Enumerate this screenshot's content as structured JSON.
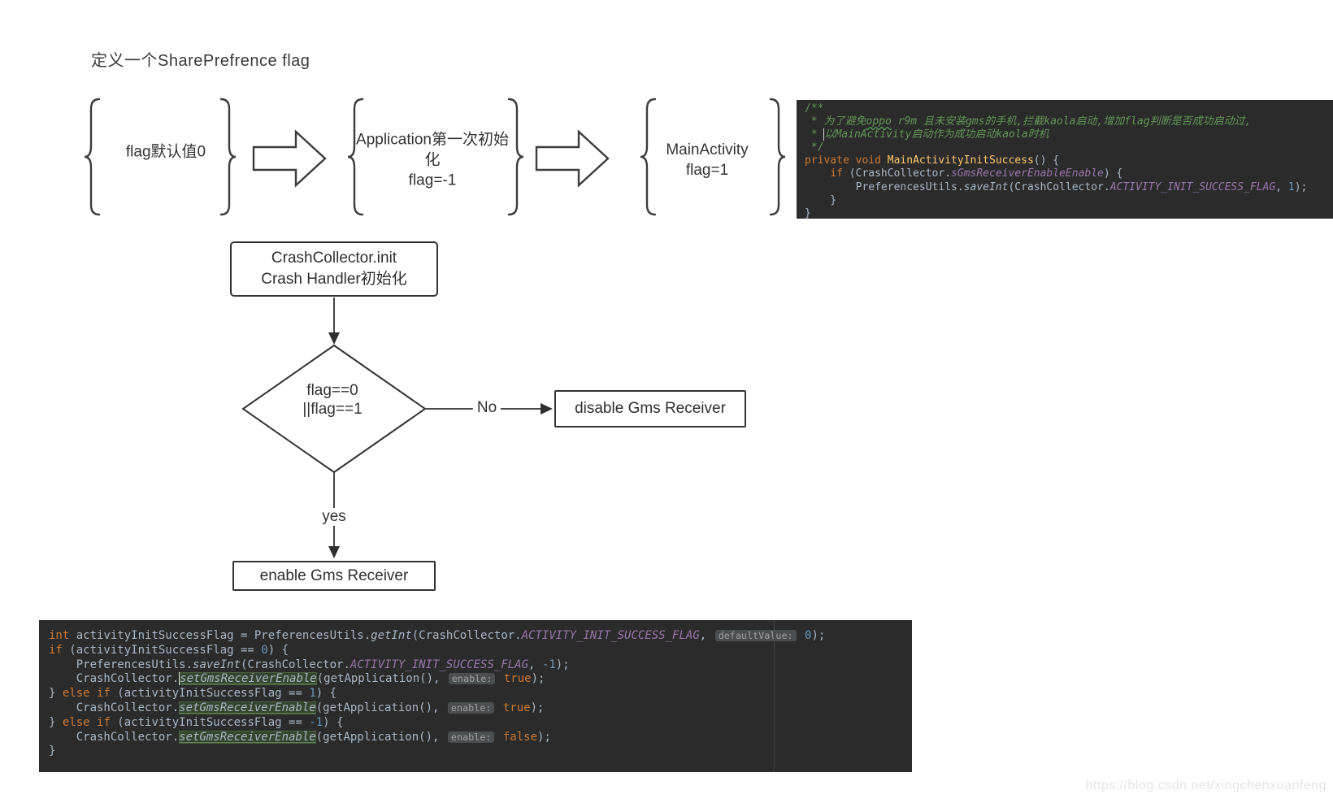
{
  "page": {
    "title": "定义一个SharePrefrence flag",
    "watermark": "https://blog.csdn.net/xingchenxuanfeng"
  },
  "flow_top": {
    "step1": {
      "text": "flag默认值0"
    },
    "step2": {
      "lines": [
        "Application第一次初始",
        "化",
        "flag=-1"
      ]
    },
    "step3": {
      "lines": [
        "MainActivity",
        "flag=1"
      ]
    }
  },
  "flow_main": {
    "start_box": {
      "lines": [
        "CrashCollector.init",
        "Crash Handler初始化"
      ]
    },
    "decision": {
      "lines": [
        "flag==0",
        "||flag==1"
      ]
    },
    "no_label": "No",
    "yes_label": "yes",
    "no_box": "disable Gms Receiver",
    "yes_box": "enable Gms Receiver"
  },
  "colors": {
    "code_background": "#2b2b2b",
    "keyword": "#cc7832",
    "number": "#6897bb",
    "comment": "#629755",
    "method_decl": "#ffc66d",
    "static_field": "#9876aa",
    "default_text": "#a9b7c6"
  },
  "code_right": {
    "lines": [
      [
        [
          "doc",
          "/**"
        ]
      ],
      [
        [
          "doc",
          " * "
        ],
        [
          "doc-i",
          "为了避免"
        ],
        [
          "doc-typo",
          "oppo"
        ],
        [
          "doc-i",
          " r9m 且未安装gms的手机,拦截kaola启动,增加flag判断是否成功启动过,"
        ]
      ],
      [
        [
          "doc",
          " * "
        ],
        [
          "cursor",
          ""
        ],
        [
          "doc-i",
          "以MainActivity启动作为成功启动kaola时机"
        ]
      ],
      [
        [
          "doc",
          " */"
        ]
      ],
      [
        [
          "kw",
          "private"
        ],
        [
          "plain",
          " "
        ],
        [
          "kw",
          "void"
        ],
        [
          "plain",
          " "
        ],
        [
          "method",
          "MainActivityInitSuccess"
        ],
        [
          "plain",
          "() {"
        ]
      ],
      [
        [
          "plain",
          "    "
        ],
        [
          "kw",
          "if"
        ],
        [
          "plain",
          " (CrashCollector."
        ],
        [
          "staticfield",
          "sGmsReceiverEnableEnable"
        ],
        [
          "plain",
          ") {"
        ]
      ],
      [
        [
          "plain",
          "        PreferencesUtils."
        ],
        [
          "staticmethod",
          "saveInt"
        ],
        [
          "plain",
          "(CrashCollector."
        ],
        [
          "staticfield",
          "ACTIVITY_INIT_SUCCESS_FLAG"
        ],
        [
          "plain",
          ", "
        ],
        [
          "num",
          "1"
        ],
        [
          "plain",
          ");"
        ]
      ],
      [
        [
          "plain",
          "    }"
        ]
      ],
      [
        [
          "plain",
          "}"
        ]
      ]
    ]
  },
  "code_bottom": {
    "lines": [
      [
        [
          "kw",
          "int"
        ],
        [
          "plain",
          " activityInitSuccessFlag = PreferencesUtils."
        ],
        [
          "staticmethod",
          "getInt"
        ],
        [
          "plain",
          "(CrashCollector."
        ],
        [
          "staticfield",
          "ACTIVITY_INIT_SUCCESS_FLAG"
        ],
        [
          "plain",
          ", "
        ],
        [
          "hint",
          "defaultValue:"
        ],
        [
          "plain",
          " "
        ],
        [
          "num",
          "0"
        ],
        [
          "plain",
          ");"
        ]
      ],
      [
        [
          "kw",
          "if"
        ],
        [
          "plain",
          " (activityInitSuccessFlag == "
        ],
        [
          "num",
          "0"
        ],
        [
          "plain",
          ") {"
        ]
      ],
      [
        [
          "plain",
          "    PreferencesUtils."
        ],
        [
          "staticmethod",
          "saveInt"
        ],
        [
          "plain",
          "(CrashCollector."
        ],
        [
          "staticfield",
          "ACTIVITY_INIT_SUCCESS_FLAG"
        ],
        [
          "plain",
          ", "
        ],
        [
          "num",
          "-1"
        ],
        [
          "plain",
          ");"
        ]
      ],
      [
        [
          "plain",
          "    CrashCollector."
        ],
        [
          "cursor",
          ""
        ],
        [
          "hl",
          "setGmsReceiverEnable"
        ],
        [
          "plain",
          "(getApplication(), "
        ],
        [
          "hint",
          "enable:"
        ],
        [
          "plain",
          " "
        ],
        [
          "kw",
          "true"
        ],
        [
          "plain",
          ");"
        ]
      ],
      [
        [
          "plain",
          "} "
        ],
        [
          "kw",
          "else"
        ],
        [
          "plain",
          " "
        ],
        [
          "kw",
          "if"
        ],
        [
          "plain",
          " (activityInitSuccessFlag == "
        ],
        [
          "num",
          "1"
        ],
        [
          "plain",
          ") {"
        ]
      ],
      [
        [
          "plain",
          "    CrashCollector."
        ],
        [
          "hl",
          "setGmsReceiverEnable"
        ],
        [
          "plain",
          "(getApplication(), "
        ],
        [
          "hint",
          "enable:"
        ],
        [
          "plain",
          " "
        ],
        [
          "kw",
          "true"
        ],
        [
          "plain",
          ");"
        ]
      ],
      [
        [
          "plain",
          "} "
        ],
        [
          "kw",
          "else"
        ],
        [
          "plain",
          " "
        ],
        [
          "kw",
          "if"
        ],
        [
          "plain",
          " (activityInitSuccessFlag == "
        ],
        [
          "num",
          "-1"
        ],
        [
          "plain",
          ") {"
        ]
      ],
      [
        [
          "plain",
          "    CrashCollector."
        ],
        [
          "hl",
          "setGmsReceiverEnable"
        ],
        [
          "plain",
          "(getApplication(), "
        ],
        [
          "hint",
          "enable:"
        ],
        [
          "plain",
          " "
        ],
        [
          "kw",
          "false"
        ],
        [
          "plain",
          ");"
        ]
      ],
      [
        [
          "plain",
          "}"
        ]
      ]
    ]
  }
}
